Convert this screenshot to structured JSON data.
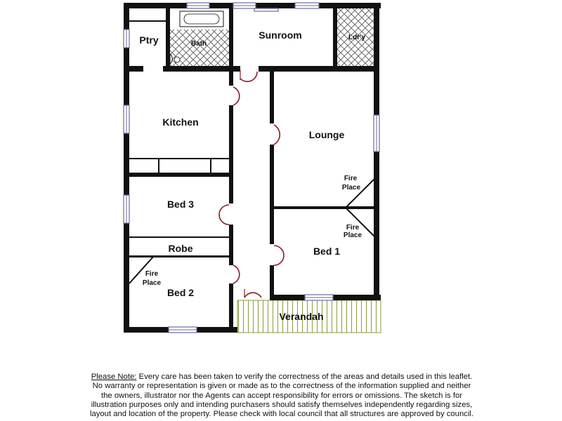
{
  "rooms": {
    "pantry": "Ptry",
    "bath": "Bath",
    "sunroom": "Sunroom",
    "laundry": "Ldr'y",
    "kitchen": "Kitchen",
    "lounge": "Lounge",
    "lounge_fireplace": [
      "Fire",
      "Place"
    ],
    "bed1_fireplace": [
      "Fire",
      "Place"
    ],
    "bed3": "Bed 3",
    "robe": "Robe",
    "bed1": "Bed 1",
    "bed2_fireplace": [
      "Fire",
      "Place"
    ],
    "bed2": "Bed 2",
    "verandah": "Verandah"
  },
  "disclaimer": {
    "heading": "Please Note:",
    "lines": [
      " Every care has been taken to verify the correctness of the areas and details used in this  leaflet.",
      "No warranty or  representation is  given or made as to the correctness of the information supplied and    neither",
      "the  owners,  illustrator nor the  Agents can  accept  responsibility  for  errors or  omissions.  The  sketch is  for",
      "illustration  purposes  only and  intending purchasers should satisfy themselves independently regarding  sizes,",
      "layout  and  location of the property. Please check  with local council that all structures are approved by council."
    ]
  },
  "colors": {
    "wall": "#111111",
    "window": "#6a6aa0",
    "door": "#8a1a2a",
    "tile_hatch": "#555555",
    "verandah_slats": "#8a9a3a"
  }
}
